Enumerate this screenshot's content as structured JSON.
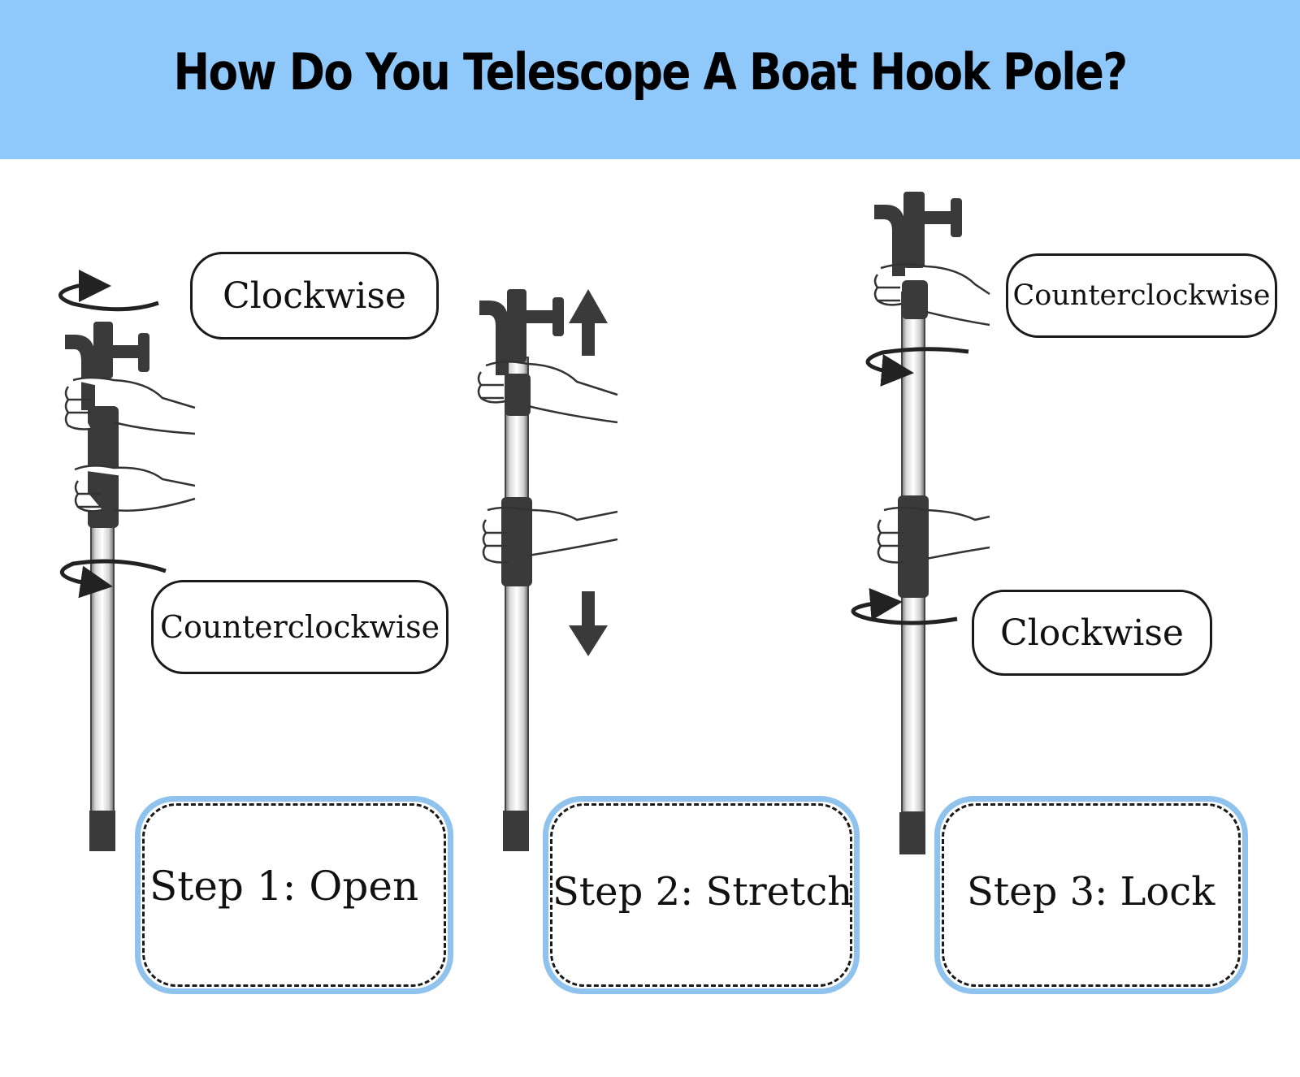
{
  "title": "How Do You Telescope A Boat Hook Pole?",
  "colors": {
    "banner": "#8fc8fb",
    "step_box_border": "#8fc3ee",
    "pole_grip": "#3a3a3a"
  },
  "steps": [
    {
      "label": "Step 1: Open",
      "upper_rotation": "Clockwise",
      "lower_rotation": "Counterclockwise"
    },
    {
      "label": "Step 2: Stretch",
      "arrows": [
        "arrow-up-icon",
        "arrow-down-icon"
      ]
    },
    {
      "label": "Step 3: Lock",
      "upper_rotation": "Counterclockwise",
      "lower_rotation": "Clockwise"
    }
  ]
}
